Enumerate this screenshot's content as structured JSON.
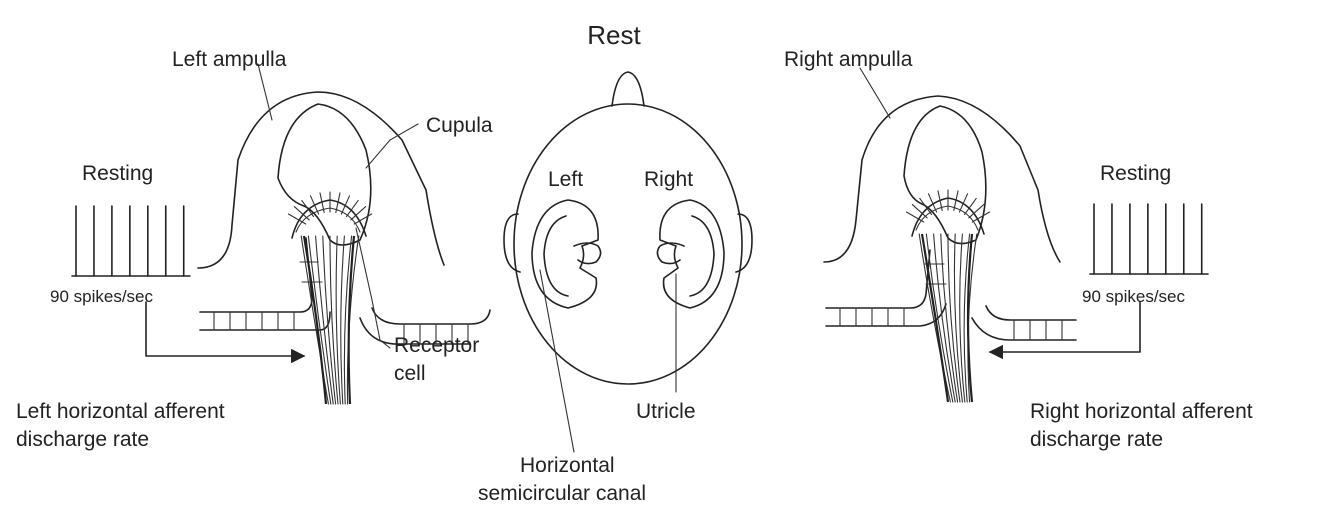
{
  "title": "Rest",
  "left": {
    "ampulla_label": "Left ampulla",
    "cupula_label": "Cupula",
    "resting_label": "Resting",
    "rate_label": "90 spikes/sec",
    "receptor_label_line1": "Receptor",
    "receptor_label_line2": "cell",
    "discharge_line1": "Left horizontal afferent",
    "discharge_line2": "discharge rate",
    "spike_count": 7
  },
  "head": {
    "left_label": "Left",
    "right_label": "Right",
    "utricle_label": "Utricle",
    "canal_label_line1": "Horizontal",
    "canal_label_line2": "semicircular canal"
  },
  "right": {
    "ampulla_label": "Right ampulla",
    "resting_label": "Resting",
    "rate_label": "90 spikes/sec",
    "discharge_line1": "Right horizontal afferent",
    "discharge_line2": "discharge rate",
    "spike_count": 7
  },
  "colors": {
    "ink": "#222222",
    "background": "#ffffff"
  }
}
